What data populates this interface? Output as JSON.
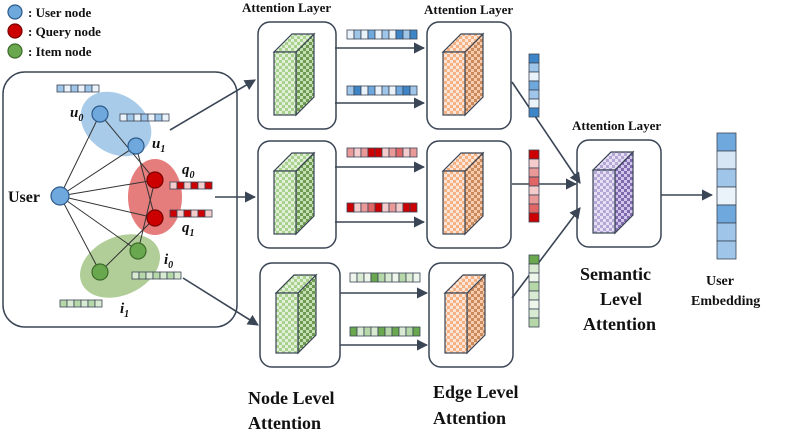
{
  "legend": {
    "user_label": ": User node",
    "query_label": ": Query node",
    "item_label": ": Item node"
  },
  "graph": {
    "user_label": "User",
    "u0": "u",
    "u0_sub": "0",
    "u1": "u",
    "u1_sub": "1",
    "q0": "q",
    "q0_sub": "0",
    "q1": "q",
    "q1_sub": "1",
    "i0": "i",
    "i0_sub": "0",
    "i1": "i",
    "i1_sub": "1"
  },
  "layers": {
    "attention_layer_1": "Attention Layer",
    "attention_layer_2": "Attention Layer",
    "attention_layer_3": "Attention Layer"
  },
  "captions": {
    "node_level_line1": "Node Level",
    "node_level_line2": "Attention",
    "edge_level_line1": "Edge Level",
    "edge_level_line2": "Attention",
    "semantic_line1": "Semantic",
    "semantic_line2": "Level",
    "semantic_line3": "Attention",
    "user_embedding_line1": "User",
    "user_embedding_line2": "Embedding"
  },
  "colors": {
    "user": "#6fa8dc",
    "query": "#cc0000",
    "item": "#6aa84f",
    "attention_node": "#93c47d",
    "attention_edge": "#f6b26b",
    "attention_semantic": "#b4a7d6"
  }
}
